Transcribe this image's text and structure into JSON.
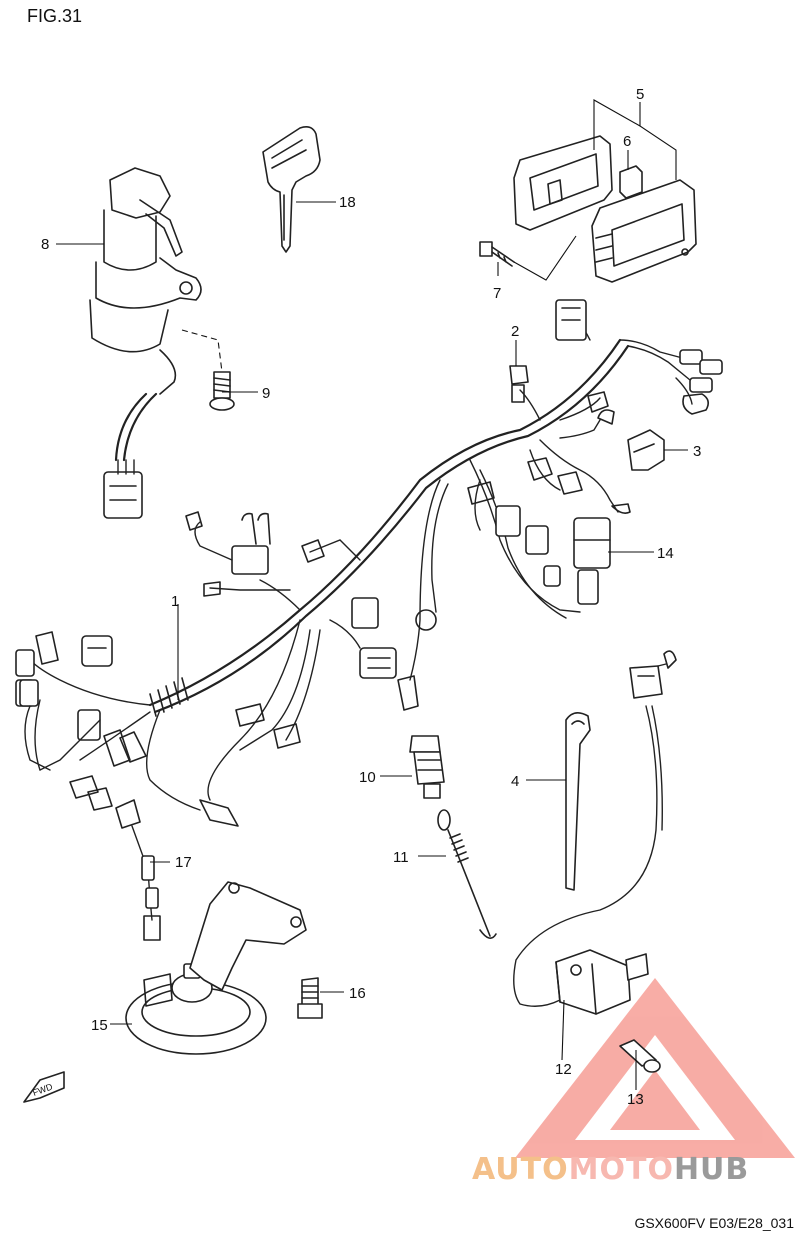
{
  "figure": {
    "title": "FIG.31",
    "code": "GSX600FV E03/E28_031",
    "fwd_label": "FWD"
  },
  "callouts": [
    {
      "id": "1",
      "label": "1"
    },
    {
      "id": "2",
      "label": "2"
    },
    {
      "id": "3",
      "label": "3"
    },
    {
      "id": "4",
      "label": "4"
    },
    {
      "id": "5",
      "label": "5"
    },
    {
      "id": "6",
      "label": "6"
    },
    {
      "id": "7",
      "label": "7"
    },
    {
      "id": "8",
      "label": "8"
    },
    {
      "id": "9",
      "label": "9"
    },
    {
      "id": "10",
      "label": "10"
    },
    {
      "id": "11",
      "label": "11"
    },
    {
      "id": "12",
      "label": "12"
    },
    {
      "id": "13",
      "label": "13"
    },
    {
      "id": "14",
      "label": "14"
    },
    {
      "id": "15",
      "label": "15"
    },
    {
      "id": "16",
      "label": "16"
    },
    {
      "id": "17",
      "label": "17"
    },
    {
      "id": "18",
      "label": "18"
    }
  ],
  "watermark": {
    "part1": "AUTO",
    "part2": "MOTO",
    "part3": "HUB",
    "colors": {
      "triangle": "#f26a5c",
      "auto": "#f4c08a",
      "moto": "#f7b8b0",
      "hub": "#9a9a9a"
    }
  }
}
